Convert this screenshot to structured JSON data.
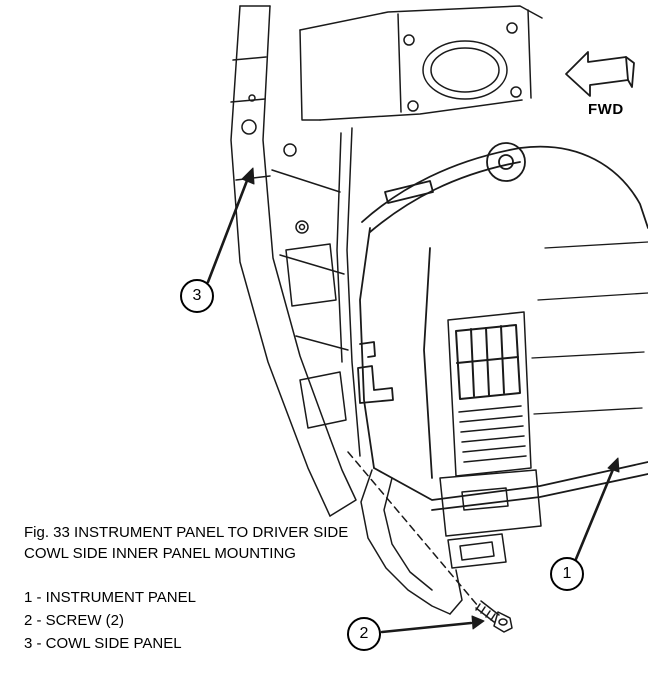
{
  "figure": {
    "caption_line1": "Fig. 33 INSTRUMENT PANEL TO DRIVER SIDE",
    "caption_line2": "COWL SIDE INNER PANEL MOUNTING",
    "fwd_label": "FWD",
    "callouts": [
      {
        "number": "1"
      },
      {
        "number": "2"
      },
      {
        "number": "3"
      }
    ],
    "legend": [
      {
        "label": "1 - INSTRUMENT PANEL"
      },
      {
        "label": "2 - SCREW (2)"
      },
      {
        "label": "3 - COWL SIDE PANEL"
      }
    ],
    "colors": {
      "line": "#1a1a1a",
      "background": "#ffffff"
    }
  }
}
